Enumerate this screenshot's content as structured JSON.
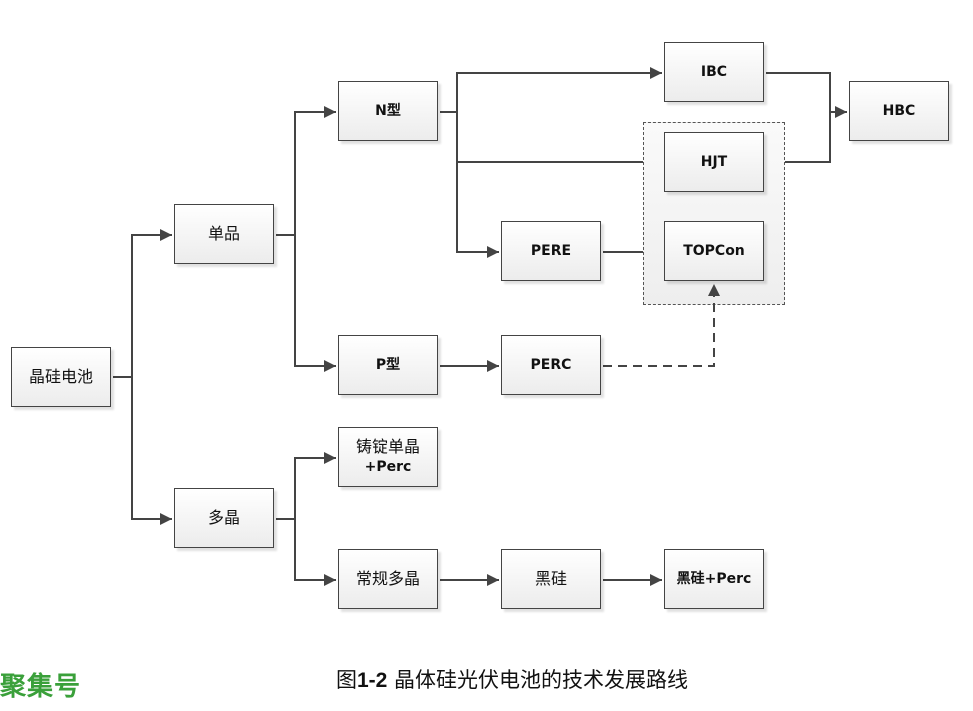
{
  "colors": {
    "line": "#444444",
    "box_border": "#444444",
    "watermark": "#3aa03a"
  },
  "nodes": {
    "crystalline_silicon_cell": "晶硅电池",
    "mono": "单品",
    "multi": "多晶",
    "n_type": "N型",
    "p_type": "P型",
    "cast_mono_line1": "铸锭单晶",
    "cast_mono_line2": "+Perc",
    "conventional_multi": "常规多晶",
    "pere": "PERE",
    "perc": "PERC",
    "black_silicon": "黑硅",
    "ibc": "IBC",
    "hjt": "HJT",
    "topcon": "TOPCon",
    "black_silicon_perc": "黑硅+Perc",
    "hbc": "HBC"
  },
  "edges": [
    {
      "from": "晶硅电池",
      "to": "单品",
      "style": "solid"
    },
    {
      "from": "晶硅电池",
      "to": "多晶",
      "style": "solid"
    },
    {
      "from": "单品",
      "to": "N型",
      "style": "solid"
    },
    {
      "from": "单品",
      "to": "P型",
      "style": "solid"
    },
    {
      "from": "多晶",
      "to": "铸锭单晶+Perc",
      "style": "solid"
    },
    {
      "from": "多晶",
      "to": "常规多晶",
      "style": "solid"
    },
    {
      "from": "N型",
      "to": "IBC",
      "style": "solid"
    },
    {
      "from": "N型",
      "to": "HJT",
      "style": "solid"
    },
    {
      "from": "N型",
      "to": "PERE",
      "style": "solid"
    },
    {
      "from": "PERE",
      "to": "TOPCon",
      "style": "solid"
    },
    {
      "from": "P型",
      "to": "PERC",
      "style": "solid"
    },
    {
      "from": "PERC",
      "to": "TOPCon",
      "style": "dashed"
    },
    {
      "from": "IBC",
      "to": "HBC",
      "style": "solid"
    },
    {
      "from": "HJT",
      "to": "HBC",
      "style": "solid"
    },
    {
      "from": "常规多晶",
      "to": "黑硅",
      "style": "solid"
    },
    {
      "from": "黑硅",
      "to": "黑硅+Perc",
      "style": "solid"
    }
  ],
  "caption": {
    "prefix": "图",
    "number": "1-2",
    "text": " 晶体硅光伏电池的技术发展路线"
  },
  "watermark": "聚集号"
}
